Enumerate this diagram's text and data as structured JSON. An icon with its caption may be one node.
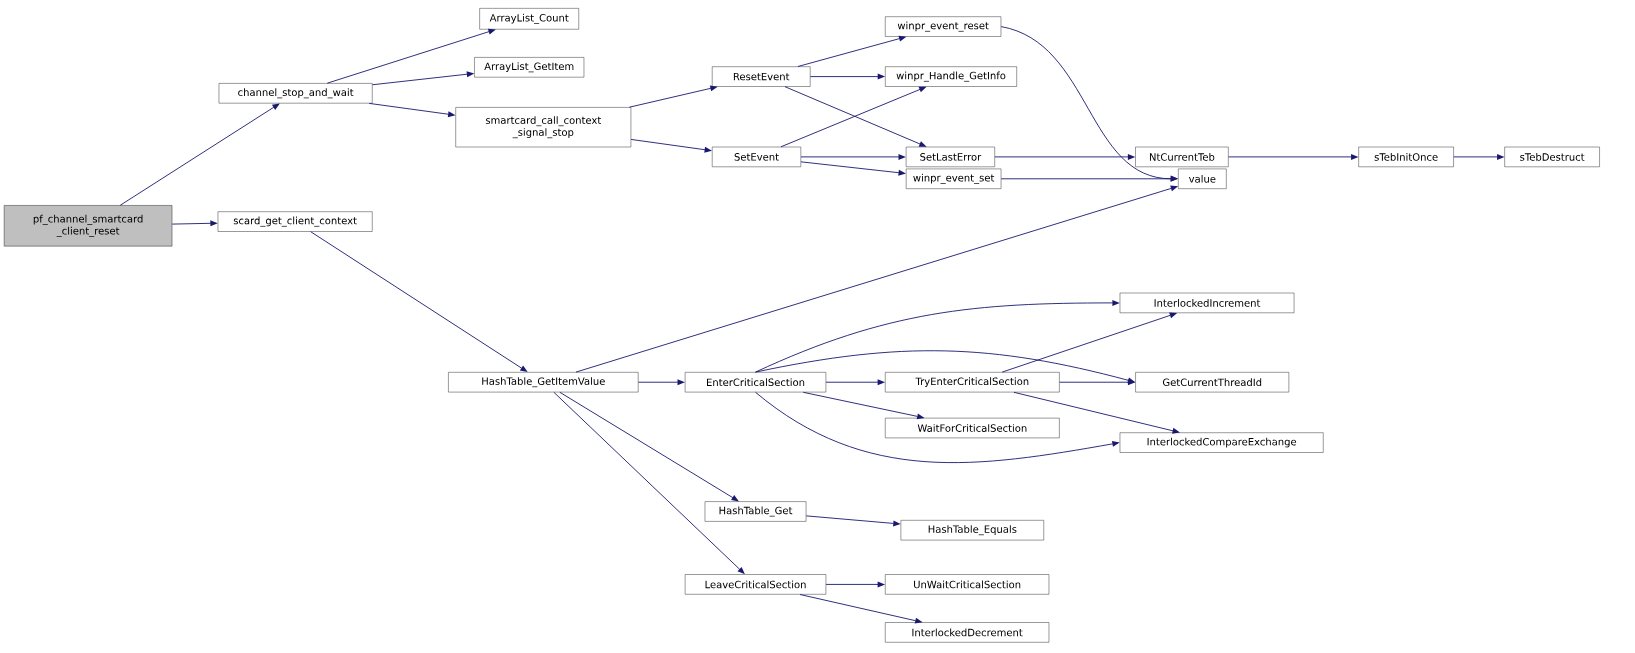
{
  "diagram": {
    "nodes": [
      {
        "text": [
          "pf_channel_smartcard _client_reset"
        ]
      },
      {
        "text": [
          "channel_stop_and_wait"
        ]
      },
      {
        "text": [
          "ArrayList_Count"
        ]
      },
      {
        "text": [
          "ArrayList_GetItem"
        ]
      },
      {
        "text": [
          "smartcard_call_context _signal_stop"
        ]
      },
      {
        "text": [
          "ResetEvent"
        ]
      },
      {
        "text": [
          "SetEvent"
        ]
      },
      {
        "text": [
          "winpr_event_reset"
        ]
      },
      {
        "text": [
          "winpr_Handle_GetInfo"
        ]
      },
      {
        "text": [
          "SetLastError"
        ]
      },
      {
        "text": [
          "winpr_event_set"
        ]
      },
      {
        "text": [
          "NtCurrentTeb"
        ]
      },
      {
        "text": [
          "sTebInitOnce"
        ]
      },
      {
        "text": [
          "sTebDestruct"
        ]
      },
      {
        "text": [
          "value"
        ]
      },
      {
        "text": [
          "scard_get_client_context"
        ]
      },
      {
        "text": [
          "HashTable_GetItemValue"
        ]
      },
      {
        "text": [
          "EnterCriticalSection"
        ]
      },
      {
        "text": [
          "InterlockedIncrement"
        ]
      },
      {
        "text": [
          "TryEnterCriticalSection"
        ]
      },
      {
        "text": [
          "GetCurrentThreadId"
        ]
      },
      {
        "text": [
          "WaitForCriticalSection"
        ]
      },
      {
        "text": [
          "InterlockedCompareExchange"
        ]
      },
      {
        "text": [
          "HashTable_Get"
        ]
      },
      {
        "text": [
          "HashTable_Equals"
        ]
      },
      {
        "text": [
          "LeaveCriticalSection"
        ]
      },
      {
        "text": [
          "UnWaitCriticalSection"
        ]
      },
      {
        "text": [
          "InterlockedDecrement"
        ]
      }
    ],
    "edges": [
      {
        "from": 0,
        "to": 1,
        "arrow": "to"
      },
      {
        "from": 0,
        "to": 15,
        "arrow": "to"
      },
      {
        "from": 1,
        "to": 2,
        "arrow": "to"
      },
      {
        "from": 1,
        "to": 3,
        "arrow": "to"
      },
      {
        "from": 1,
        "to": 4,
        "arrow": "to"
      },
      {
        "from": 4,
        "to": 5,
        "arrow": "to"
      },
      {
        "from": 4,
        "to": 6,
        "arrow": "to"
      },
      {
        "from": 5,
        "to": 7,
        "arrow": "to"
      },
      {
        "from": 5,
        "to": 8,
        "arrow": "to"
      },
      {
        "from": 5,
        "to": 9,
        "arrow": "to"
      },
      {
        "from": 6,
        "to": 8,
        "arrow": "to"
      },
      {
        "from": 6,
        "to": 9,
        "arrow": "to"
      },
      {
        "from": 6,
        "to": 10,
        "arrow": "to"
      },
      {
        "from": 7,
        "to": 14,
        "arrow": "to"
      },
      {
        "from": 9,
        "to": 11,
        "arrow": "to"
      },
      {
        "from": 11,
        "to": 12,
        "arrow": "to"
      },
      {
        "from": 12,
        "to": 13,
        "arrow": "to"
      },
      {
        "from": 10,
        "to": 14,
        "arrow": "to"
      },
      {
        "from": 15,
        "to": 16,
        "arrow": "to"
      },
      {
        "from": 16,
        "to": 14,
        "arrow": "to"
      },
      {
        "from": 16,
        "to": 17,
        "arrow": "to"
      },
      {
        "from": 16,
        "to": 23,
        "arrow": "to"
      },
      {
        "from": 16,
        "to": 25,
        "arrow": "to"
      },
      {
        "from": 17,
        "to": 18,
        "arrow": "to"
      },
      {
        "from": 17,
        "to": 20,
        "arrow": "to"
      },
      {
        "from": 17,
        "to": 19,
        "arrow": "to"
      },
      {
        "from": 17,
        "to": 21,
        "arrow": "to"
      },
      {
        "from": 17,
        "to": 22,
        "arrow": "to"
      },
      {
        "from": 19,
        "to": 18,
        "arrow": "to"
      },
      {
        "from": 19,
        "to": 20,
        "arrow": "to"
      },
      {
        "from": 19,
        "to": 22,
        "arrow": "to"
      },
      {
        "from": 23,
        "to": 24,
        "arrow": "to"
      },
      {
        "from": 25,
        "to": 26,
        "arrow": "to"
      },
      {
        "from": 25,
        "to": 27,
        "arrow": "to"
      }
    ]
  }
}
